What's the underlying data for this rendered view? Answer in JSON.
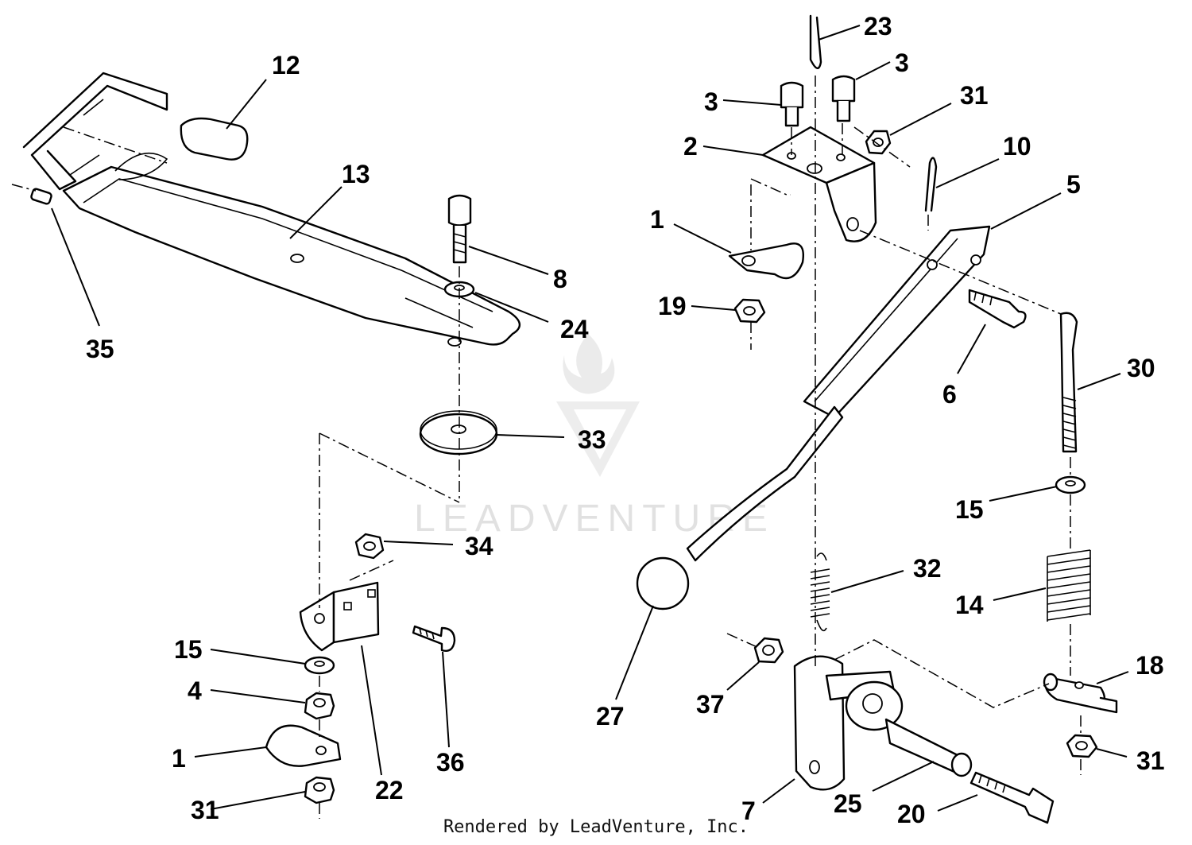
{
  "labels": [
    "12",
    "13",
    "35",
    "8",
    "24",
    "33",
    "34",
    "15",
    "4",
    "1",
    "31",
    "22",
    "36",
    "23",
    "3",
    "3",
    "31",
    "2",
    "10",
    "5",
    "1",
    "19",
    "6",
    "30",
    "15",
    "14",
    "32",
    "27",
    "37",
    "18",
    "31",
    "7",
    "25",
    "20"
  ],
  "watermark": "LEADVENTURE",
  "credit": "Rendered by LeadVenture, Inc."
}
